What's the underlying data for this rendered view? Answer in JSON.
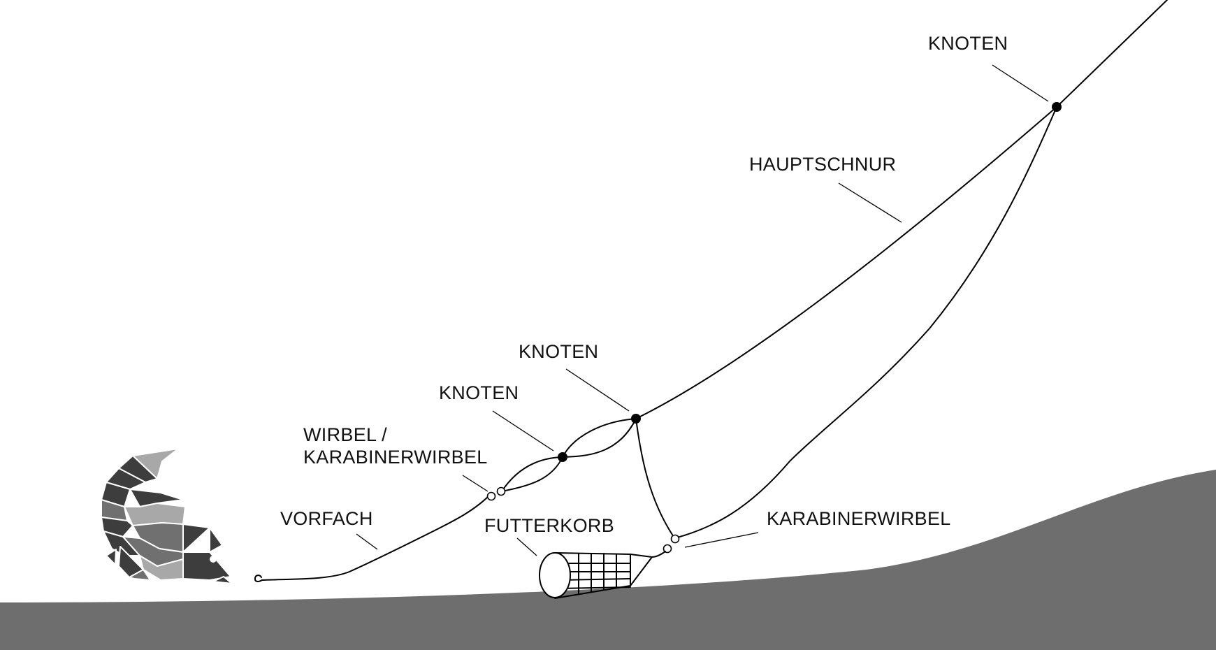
{
  "labels": {
    "knoten_top": "KNOTEN",
    "hauptschnur": "HAUPTSCHNUR",
    "knoten_mid": "KNOTEN",
    "knoten_low": "KNOTEN",
    "wirbel_line1": "WIRBEL /",
    "wirbel_line2": "KARABINERWIRBEL",
    "vorfach": "VORFACH",
    "futterkorb": "FUTTERKORB",
    "karabinerwirbel": "KARABINERWIRBEL"
  },
  "colors": {
    "ground": "#6e6e6e",
    "line": "#000000",
    "fish_dark": "#3d3d3d",
    "fish_mid": "#707070",
    "fish_light": "#a8a8a8"
  },
  "icons": {
    "fish": "fish-illustration",
    "hook": "hook-icon",
    "feeder": "feeder-basket-icon"
  }
}
